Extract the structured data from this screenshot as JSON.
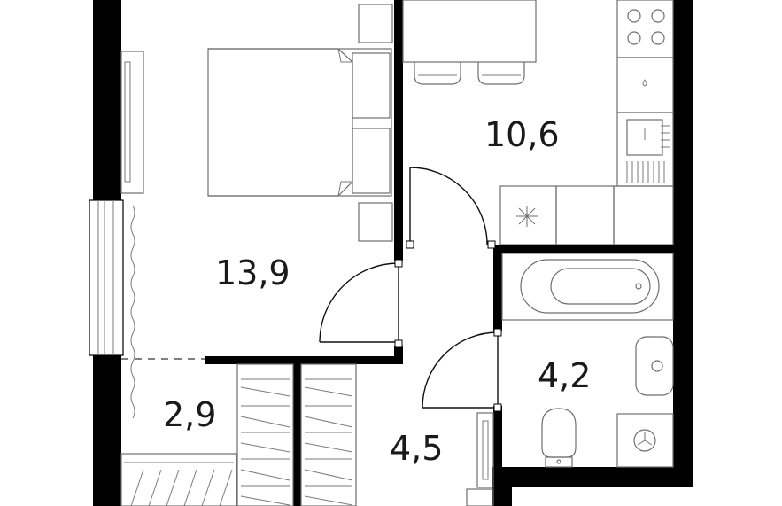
{
  "plan": {
    "rooms": [
      {
        "id": "bedroom",
        "area": "13,9"
      },
      {
        "id": "kitchen",
        "area": "10,6"
      },
      {
        "id": "bathroom",
        "area": "4,2"
      },
      {
        "id": "hallway",
        "area": "4,5"
      },
      {
        "id": "balcony",
        "area": "2,9"
      }
    ],
    "colors": {
      "wall": "#000000",
      "furniture_stroke": "#6f6f6f",
      "background": "#ffffff",
      "label": "#1a1a1a"
    }
  }
}
